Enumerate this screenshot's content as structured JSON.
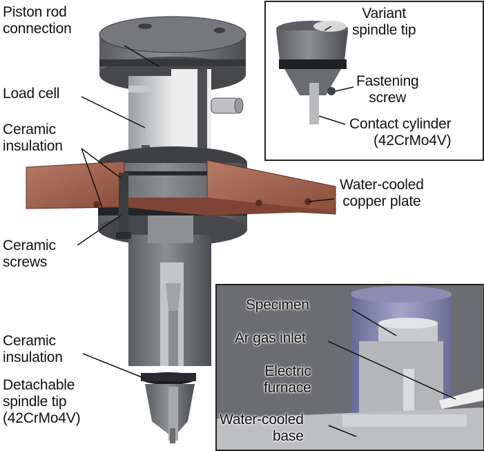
{
  "labels": {
    "piston_rod": [
      "Piston rod",
      "connection"
    ],
    "load_cell": [
      "Load cell"
    ],
    "ceramic_insulation_top": [
      "Ceramic",
      "insulation"
    ],
    "ceramic_screws": [
      "Ceramic",
      "screws"
    ],
    "ceramic_insulation_bottom": [
      "Ceramic",
      "insulation"
    ],
    "detachable_tip": [
      "Detachable",
      "spindle tip",
      "(42CrMo4V)"
    ],
    "water_cooled_copper": [
      "Water-cooled",
      "copper plate"
    ],
    "variant_tip": [
      "Variant",
      "spindle tip"
    ],
    "fastening_screw": [
      "Fastening",
      "screw"
    ],
    "contact_cylinder": [
      "Contact cylinder",
      "(42CrMo4V)"
    ],
    "specimen": [
      "Specimen"
    ],
    "ar_gas_inlet": [
      "Ar gas inlet"
    ],
    "electric_furnace": [
      "Electric",
      "furnace"
    ],
    "water_cooled_base": [
      "Water-cooled",
      "base"
    ]
  },
  "colors": {
    "steel_dark": "#4d4f53",
    "steel_mid": "#7a7d81",
    "steel_light": "#b9bbbe",
    "load_cell": "#d9dadc",
    "copper": "#9a5a48",
    "furnace": "#7b7ea6",
    "inset_bg": "#5c5d62"
  }
}
